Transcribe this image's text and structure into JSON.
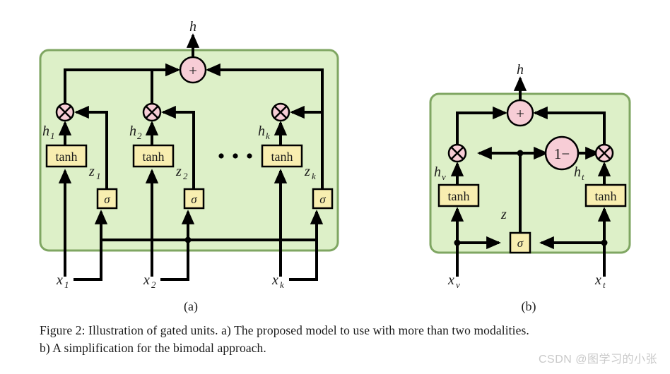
{
  "figure": {
    "caption_line1": "Figure 2: Illustration of gated units. a) The proposed model to use with more than two modalities.",
    "caption_line2": "b) A simplification for the bimodal approach.",
    "watermark": "CSDN @图学习的小张",
    "colors": {
      "panel_fill": "#ddf0c8",
      "panel_stroke": "#7fa662",
      "node_fill": "#f7cdd6",
      "node_stroke": "#000000",
      "box_fill": "#f8eeb0",
      "box_stroke": "#000000",
      "wire": "#000000",
      "text": "#1a1a1a"
    }
  },
  "panel_a": {
    "sublabel": "(a)",
    "output_label": "h",
    "sum_node": "+",
    "mul_node": "⊗",
    "ellipsis": "• • •",
    "branches": [
      {
        "input_label": "x",
        "input_sub": "1",
        "hidden_label": "h",
        "hidden_sub": "1",
        "gate_label": "z",
        "gate_sub": "1",
        "activation": "tanh",
        "gate_fn": "σ"
      },
      {
        "input_label": "x",
        "input_sub": "2",
        "hidden_label": "h",
        "hidden_sub": "2",
        "gate_label": "z",
        "gate_sub": "2",
        "activation": "tanh",
        "gate_fn": "σ"
      },
      {
        "input_label": "x",
        "input_sub": "k",
        "hidden_label": "h",
        "hidden_sub": "k",
        "gate_label": "z",
        "gate_sub": "k",
        "activation": "tanh",
        "gate_fn": "σ"
      }
    ]
  },
  "panel_b": {
    "sublabel": "(b)",
    "output_label": "h",
    "sum_node": "+",
    "mul_node": "⊗",
    "complement_node": "1−",
    "gate_label": "z",
    "gate_fn": "σ",
    "left_branch": {
      "input_label": "x",
      "input_sub": "v",
      "hidden_label": "h",
      "hidden_sub": "v",
      "activation": "tanh"
    },
    "right_branch": {
      "input_label": "x",
      "input_sub": "t",
      "hidden_label": "h",
      "hidden_sub": "t",
      "activation": "tanh"
    }
  }
}
